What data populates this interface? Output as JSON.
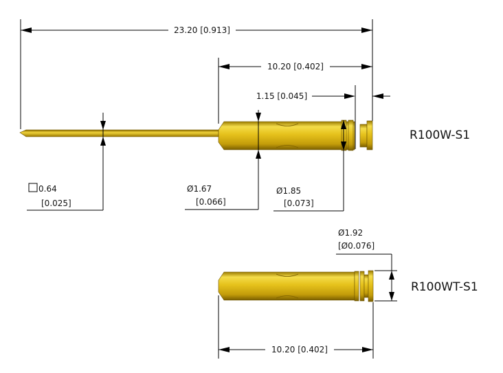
{
  "parts": {
    "top_label": "R100W-S1",
    "bottom_label": "R100WT-S1"
  },
  "dims": {
    "overall": "23.20 [0.913]",
    "barrel_len_top": "10.20 [0.402]",
    "ring_width": "1.15 [0.045]",
    "tip_sq_1": "0.64",
    "tip_sq_2": "[0.025]",
    "barrel_dia_1": "Ø1.67",
    "barrel_dia_2": "[0.066]",
    "ring_dia_1": "Ø1.85",
    "ring_dia_2": "[0.073]",
    "head_dia_1": "Ø1.92",
    "head_dia_2": "[Ø0.076]",
    "barrel_len_bottom": "10.20 [0.402]"
  },
  "colors": {
    "gold_light": "#f2d53a",
    "gold": "#d4aa10",
    "gold_dark": "#8a6a00",
    "line": "#000000"
  }
}
